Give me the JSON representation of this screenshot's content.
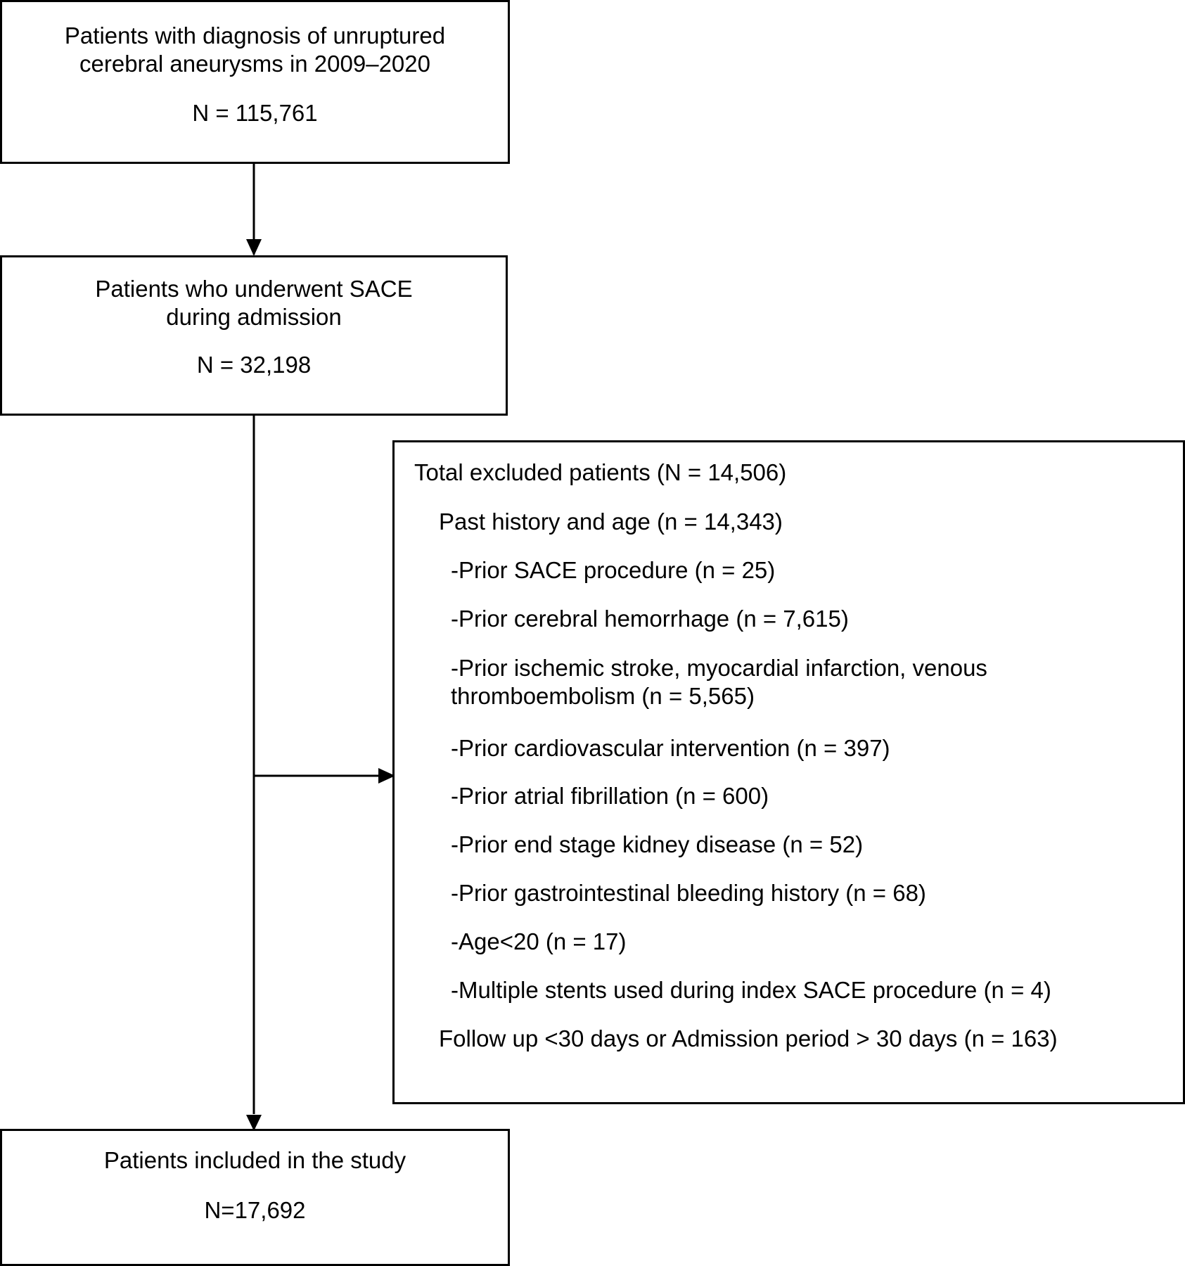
{
  "boxes": {
    "diagnosis": {
      "line1": "Patients with diagnosis of unruptured",
      "line2": "cerebral aneurysms in 2009–2020",
      "count": "N = 115,761"
    },
    "sace": {
      "line1": "Patients who underwent SACE",
      "line2": "during admission",
      "count": "N = 32,198"
    },
    "included": {
      "line1": "Patients included in the study",
      "count": "N=17,692"
    }
  },
  "exclusions": {
    "total": "Total excluded patients (N = 14,506)",
    "past_history": "Past history and age (n = 14,343)",
    "items": [
      "-Prior SACE procedure (n = 25)",
      "-Prior cerebral hemorrhage (n = 7,615)",
      "-Prior ischemic stroke, myocardial infarction, venous",
      "thromboembolism (n = 5,565)",
      "-Prior cardiovascular intervention (n = 397)",
      "-Prior atrial fibrillation (n = 600)",
      "-Prior end stage kidney disease (n = 52)",
      "-Prior gastrointestinal bleeding history (n = 68)",
      "-Age<20 (n = 17)",
      "-Multiple stents used during index SACE procedure (n = 4)"
    ],
    "follow_up": "Follow up <30 days or Admission period > 30 days (n = 163)"
  }
}
